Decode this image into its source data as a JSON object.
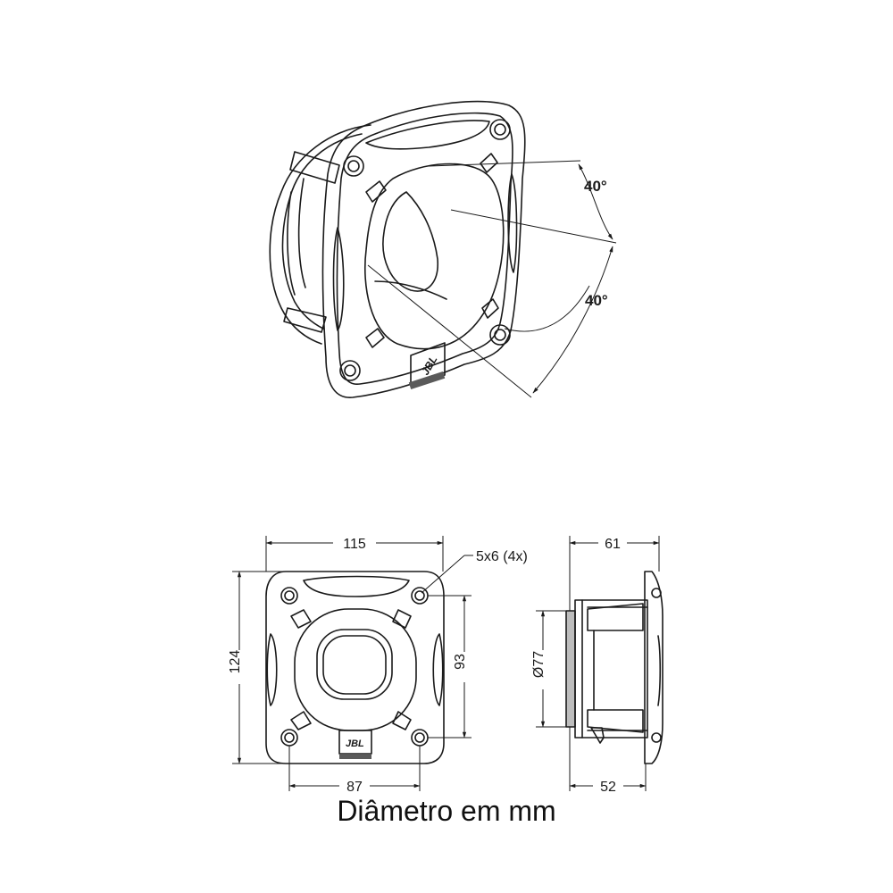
{
  "angles": {
    "upper": "40°",
    "lower": "40°"
  },
  "dimensions": {
    "width_top": "115",
    "hole_note": "5x6 (4x)",
    "height_left": "124",
    "hole_spacing_vertical": "93",
    "hole_spacing_horizontal": "87",
    "depth_total": "61",
    "depth_body": "52",
    "diameter": "Ø77"
  },
  "brand": "JBL",
  "caption": "Diâmetro em mm"
}
